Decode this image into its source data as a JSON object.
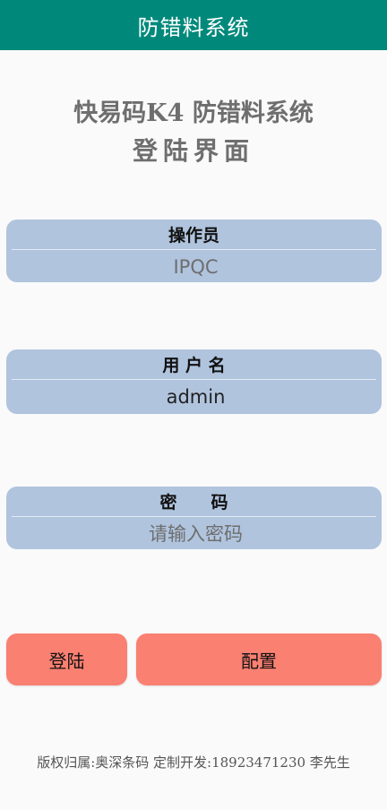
{
  "app_bar": {
    "title": "防错料系统"
  },
  "header": {
    "line1": "快易码K4 防错料系统",
    "line2": "登陆界面"
  },
  "form": {
    "operator": {
      "label": "操作员",
      "placeholder": "IPQC",
      "value": ""
    },
    "username": {
      "label": "用 户 名",
      "placeholder": "",
      "value": "admin"
    },
    "password": {
      "label": "密　　码",
      "placeholder": "请输入密码",
      "value": ""
    }
  },
  "buttons": {
    "login": "登陆",
    "config": "配置"
  },
  "footer": {
    "copyright": "版权归属:奥深条码 定制开发:18923471230 李先生"
  },
  "colors": {
    "app_bar": "#00897b",
    "field_bg": "#b0c4de",
    "button_bg": "#fa8072"
  }
}
